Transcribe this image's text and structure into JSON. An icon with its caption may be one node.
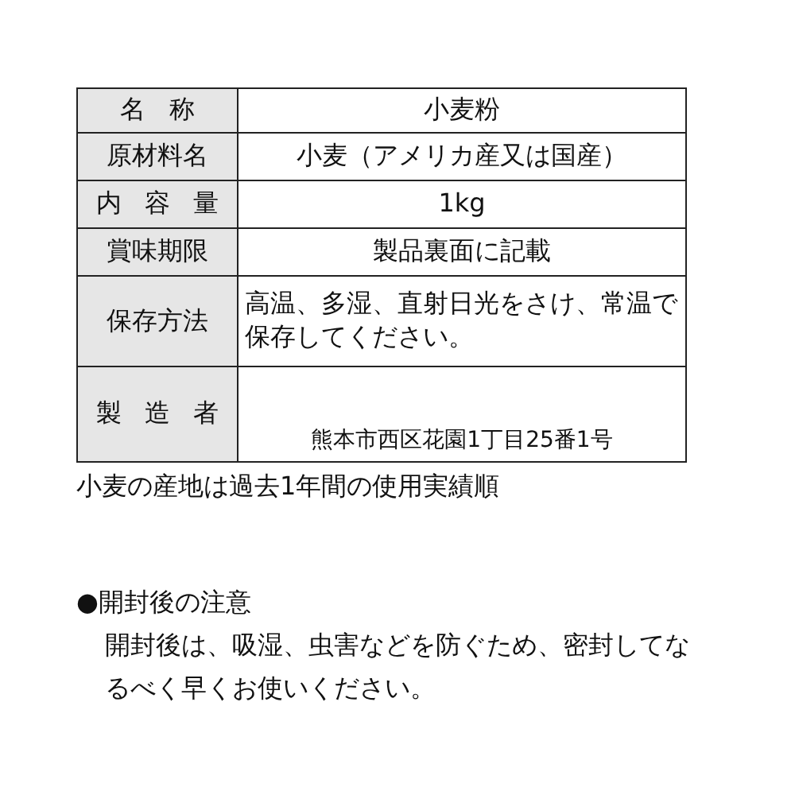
{
  "diagram": {
    "labels": [
      "名 称",
      "小麦粉",
      "原材料名",
      "小麦（アメリカ産又は国産）",
      "内 容 量",
      "1kg",
      "賞味期限",
      "製品裏面に記載",
      "保存方法",
      "高温、多湿、直射日光をさけ、常温で保存してください。",
      "製 造 者",
      "熊本市西区花園1丁目25番1号",
      "小麦の産地は過去1年間の使用実績順",
      "●開封後の注意",
      "開封後は、吸湿、虫害などを防ぐため、密封してなるべく早くお使いください。"
    ]
  }
}
